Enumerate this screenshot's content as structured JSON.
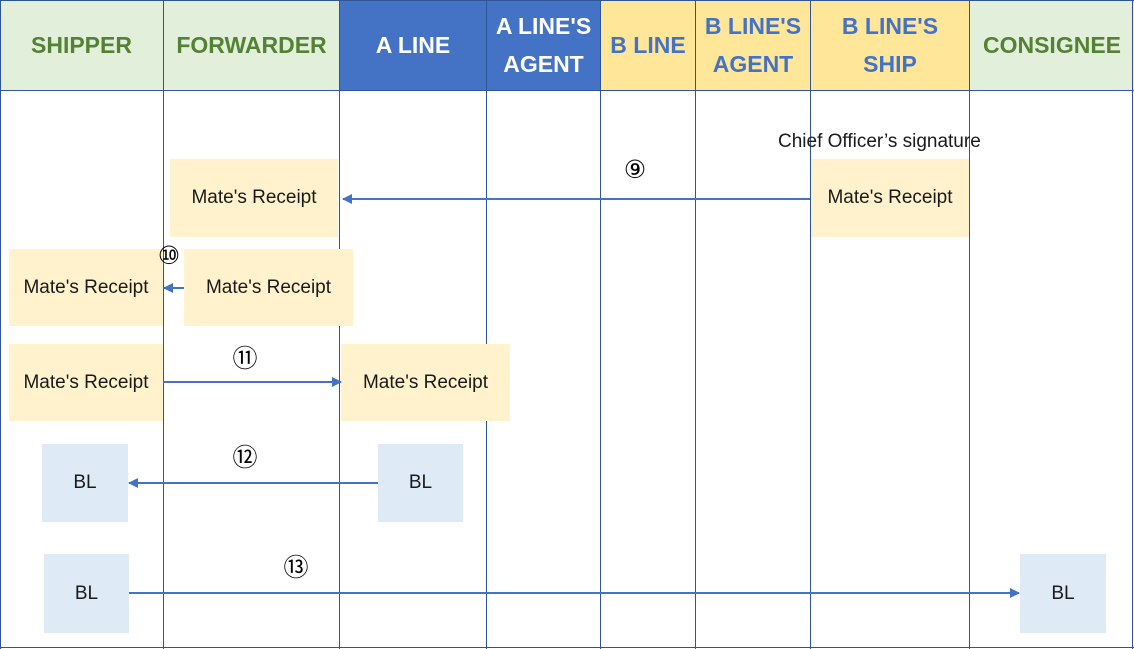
{
  "colors": {
    "shipper_side": "#e2efda",
    "a_line_side": "#4472c4",
    "b_line_side": "#ffe699",
    "mates_receipt_box": "#fff2cc",
    "bl_box": "#deebf7",
    "arrow": "#4472c4"
  },
  "columns": [
    {
      "label": "SHIPPER"
    },
    {
      "label": "FORWARDER"
    },
    {
      "label": "A LINE"
    },
    {
      "label": "A LINE'S\nAGENT"
    },
    {
      "label": "B LINE"
    },
    {
      "label": "B LINE'S\nAGENT"
    },
    {
      "label": "B LINE'S\nSHIP"
    },
    {
      "label": "CONSIGNEE"
    }
  ],
  "note": "Chief Officer’s signature",
  "steps": [
    {
      "number": "⑨",
      "from": "Mate's Receipt",
      "to": "Mate's Receipt"
    },
    {
      "number": "⑩",
      "from": "Mate's Receipt",
      "to": "Mate's Receipt"
    },
    {
      "number": "⑪",
      "from": "Mate's Receipt",
      "to": "Mate's Receipt"
    },
    {
      "number": "⑫",
      "from": "BL",
      "to": "BL"
    },
    {
      "number": "⑬",
      "from": "BL",
      "to": "BL"
    }
  ]
}
